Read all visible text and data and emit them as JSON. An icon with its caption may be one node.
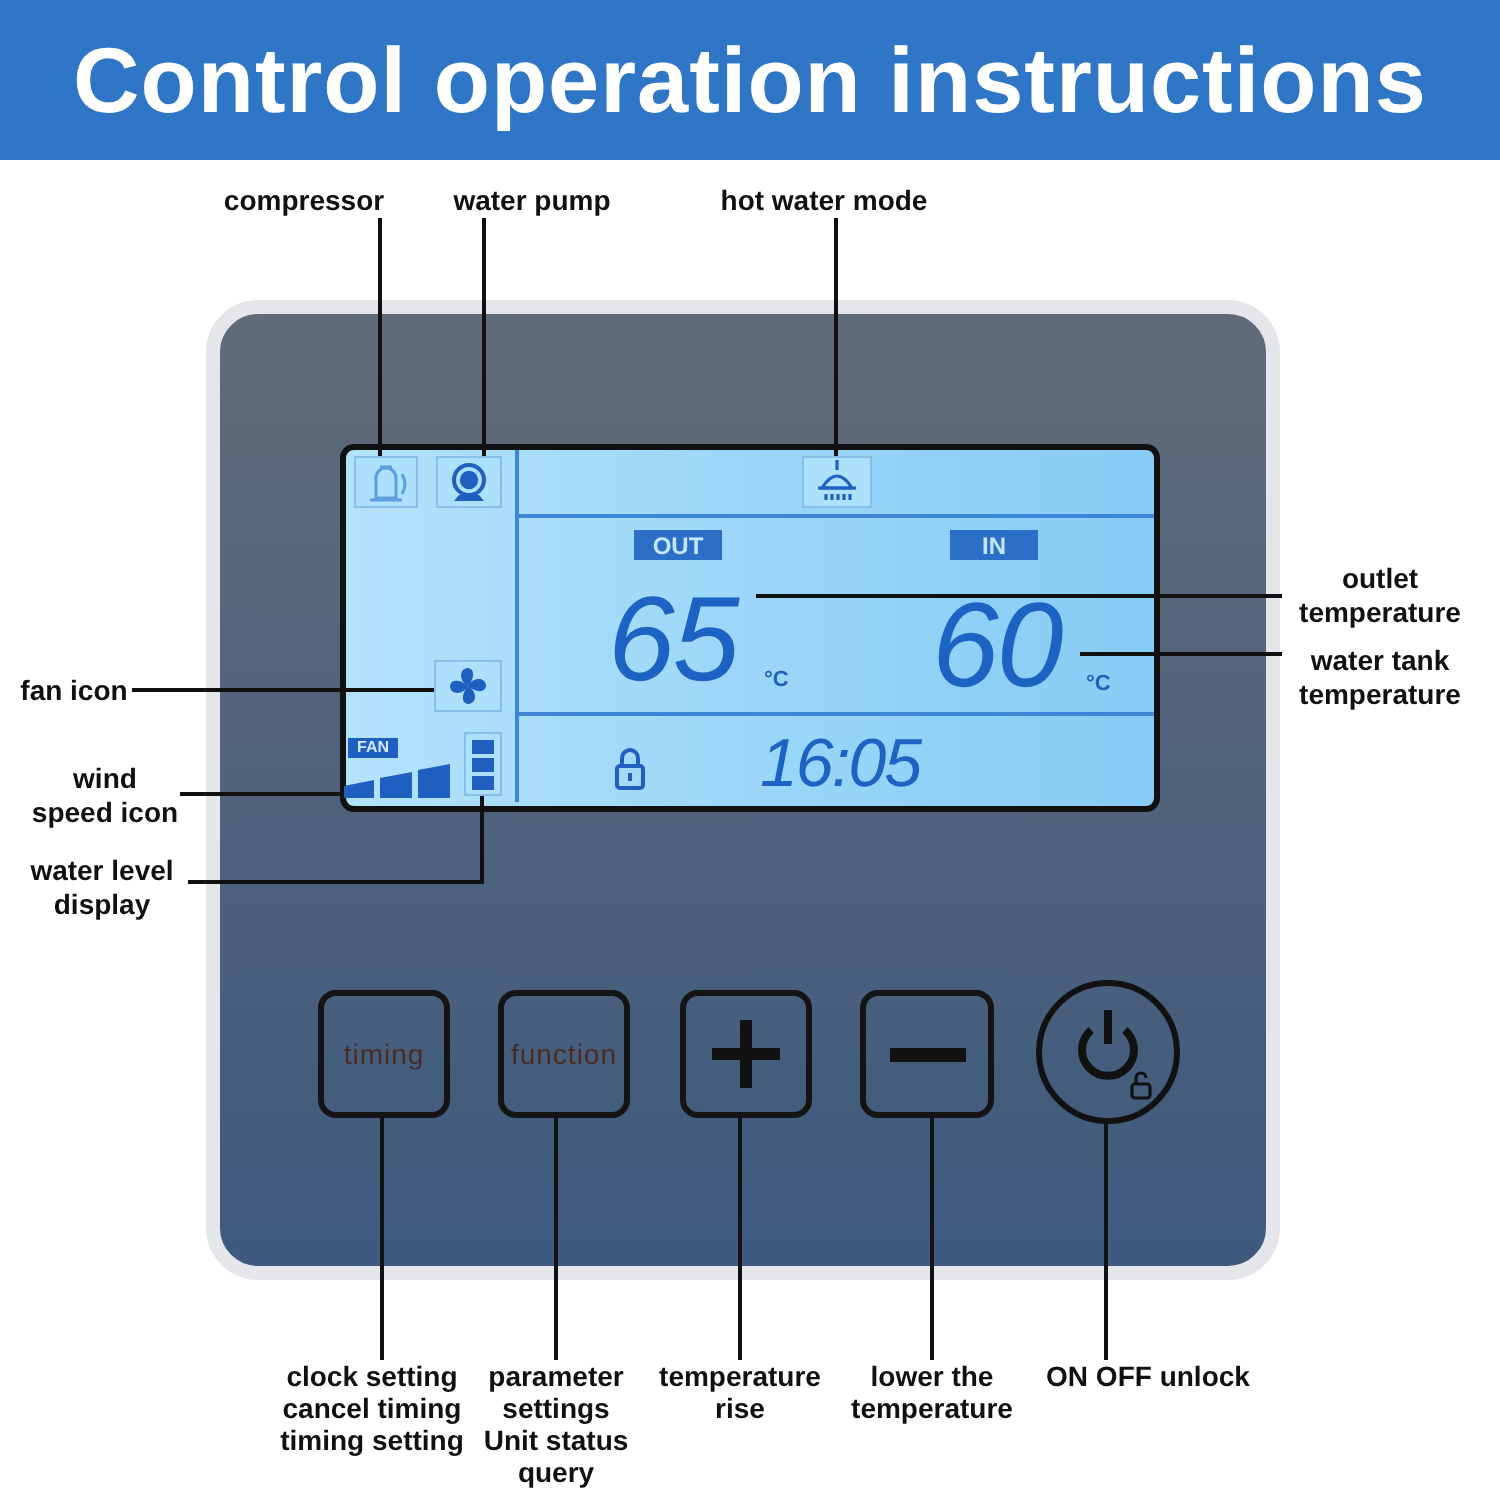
{
  "diagram": {
    "title": "Control operation instructions",
    "nodes": [
      {
        "text": [
          "compressor"
        ]
      },
      {
        "text": [
          "water pump"
        ]
      },
      {
        "text": [
          "hot water mode"
        ]
      },
      {
        "text": [],
        "shape": "box"
      },
      {
        "text": [],
        "shape": "box",
        "in": 3
      },
      {
        "text": [],
        "shape": "picture",
        "in": 4
      },
      {
        "text": [],
        "shape": "picture",
        "in": 4
      },
      {
        "text": [],
        "shape": "picture",
        "in": 4
      },
      {
        "text": [
          "OUT"
        ],
        "in": 4
      },
      {
        "text": [
          "IN"
        ],
        "in": 4
      },
      {
        "text": [
          "65"
        ],
        "beside": [
          "°C"
        ],
        "in": 4
      },
      {
        "text": [
          "60"
        ],
        "beside": [
          "°C"
        ],
        "in": 4
      },
      {
        "text": [
          "outlet temperature"
        ]
      },
      {
        "text": [
          "water tank temperature"
        ]
      },
      {
        "text": [
          "fan icon"
        ]
      },
      {
        "text": [],
        "shape": "picture",
        "in": 4
      },
      {
        "text": [
          "FAN"
        ],
        "in": 4
      },
      {
        "text": [],
        "shape": "picture",
        "in": 4
      },
      {
        "text": [],
        "shape": "picture",
        "in": 4
      },
      {
        "text": [
          "wind speed icon"
        ]
      },
      {
        "text": [
          "water level display"
        ]
      },
      {
        "text": [
          "timing"
        ],
        "in": 3
      },
      {
        "text": [
          "function"
        ],
        "in": 3
      },
      {
        "text": [],
        "shape": "box",
        "in": 3
      },
      {
        "text": [],
        "shape": "box",
        "in": 3
      },
      {
        "text": [],
        "shape": "circle",
        "in": 3
      },
      {
        "text": [
          "clock setting cancel timing timing setting"
        ]
      },
      {
        "text": [
          "parameter settings Unit status query"
        ]
      },
      {
        "text": [
          "temperature rise"
        ]
      },
      {
        "text": [
          "lower the temperature"
        ]
      },
      {
        "text": [
          "ON OFF unlock"
        ]
      }
    ],
    "edges": [
      {
        "from": 0,
        "to": 5,
        "arrow": "none"
      },
      {
        "from": 1,
        "to": 6,
        "arrow": "none"
      },
      {
        "from": 2,
        "to": 7,
        "arrow": "none"
      },
      {
        "from": 12,
        "to": 10,
        "arrow": "none"
      },
      {
        "from": 13,
        "to": 11,
        "arrow": "none"
      },
      {
        "from": 14,
        "to": 15,
        "arrow": "none"
      },
      {
        "from": 19,
        "to": 17,
        "arrow": "none"
      },
      {
        "from": 20,
        "to": 18,
        "arrow": "none"
      },
      {
        "from": 26,
        "to": 21,
        "arrow": "none"
      },
      {
        "from": 27,
        "to": 22,
        "arrow": "none"
      },
      {
        "from": 28,
        "to": 23,
        "arrow": "none"
      },
      {
        "from": 29,
        "to": 24,
        "arrow": "none"
      },
      {
        "from": 30,
        "to": 25,
        "arrow": "none"
      }
    ],
    "labels": [
      "16:05"
    ]
  }
}
